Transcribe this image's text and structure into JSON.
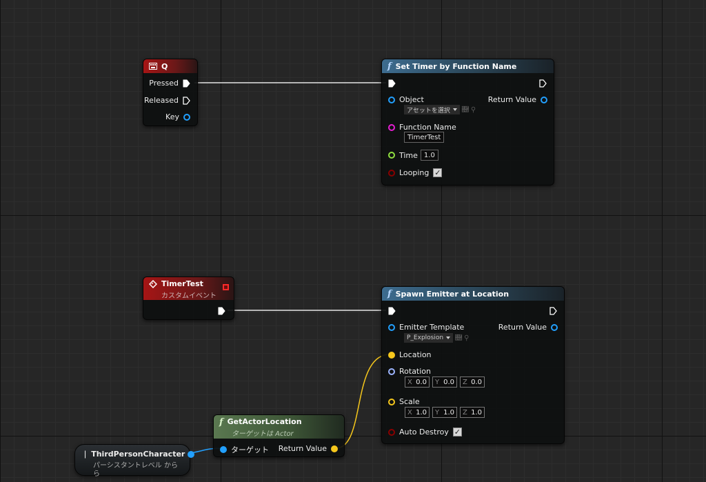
{
  "nodes": {
    "q_event": {
      "title": "Q",
      "pins": {
        "pressed": "Pressed",
        "released": "Released",
        "key": "Key"
      }
    },
    "set_timer": {
      "title": "Set Timer by Function Name",
      "pins": {
        "object": "Object",
        "object_value": "アセットを選択",
        "return_value": "Return Value",
        "function_name": "Function Name",
        "function_name_value": "TimerTest",
        "time": "Time",
        "time_value": "1.0",
        "looping": "Looping"
      }
    },
    "timer_test": {
      "title": "TimerTest",
      "subtitle": "カスタムイベント"
    },
    "spawn_emitter": {
      "title": "Spawn Emitter at Location",
      "pins": {
        "emitter_template": "Emitter Template",
        "emitter_template_value": "P_Explosion",
        "return_value": "Return Value",
        "location": "Location",
        "rotation": "Rotation",
        "rotation_x": "0.0",
        "rotation_y": "0.0",
        "rotation_z": "0.0",
        "scale": "Scale",
        "scale_x": "1.0",
        "scale_y": "1.0",
        "scale_z": "1.0",
        "auto_destroy": "Auto Destroy"
      }
    },
    "get_actor_location": {
      "title": "GetActorLocation",
      "subtitle": "ターゲットは Actor",
      "pins": {
        "target": "ターゲット",
        "return_value": "Return Value"
      }
    },
    "third_person": {
      "title": "ThirdPersonCharacter",
      "subtitle_line1": "パーシスタントレベル から",
      "subtitle_line2": "ら"
    }
  },
  "axis_labels": {
    "x": "X",
    "y": "Y",
    "z": "Z"
  },
  "colors": {
    "exec_wire": "#e6e6e6",
    "object_pin": "#22a0ff",
    "name_pin": "#e61ed2",
    "float_pin": "#90e040",
    "bool_pin": "#8a0000",
    "vector_pin": "#f6c71c",
    "rotator_pin": "#9db5ff"
  },
  "icons": {
    "keyboard": "keyboard-icon",
    "function": "function-icon",
    "event": "event-diamond-icon",
    "variable": "variable-icon",
    "dropdown": "chevron-down-icon",
    "use_selected": "arrow-left-icon",
    "browse": "search-icon",
    "checked": "checkmark-icon"
  }
}
